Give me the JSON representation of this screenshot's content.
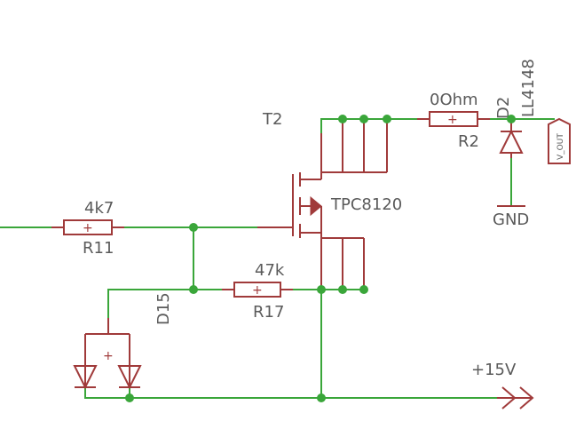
{
  "components": {
    "r11": {
      "name": "R11",
      "value": "4k7"
    },
    "r17": {
      "name": "R17",
      "value": "47k"
    },
    "r2": {
      "name": "R2",
      "value": "0Ohm"
    },
    "t2": {
      "name": "T2",
      "value": "TPC8120"
    },
    "d2": {
      "name": "D2",
      "value": "LL4148"
    },
    "d15": {
      "name": "D15"
    }
  },
  "nets": {
    "gnd": "GND",
    "supply": "+15V",
    "out": "V_OUT"
  },
  "symbols": {
    "resistor_mark": "+",
    "diode_pair_mark": "+"
  },
  "colors": {
    "wire": "#3aa63a",
    "device": "#a03a3a",
    "text": "#5a5a5a"
  }
}
